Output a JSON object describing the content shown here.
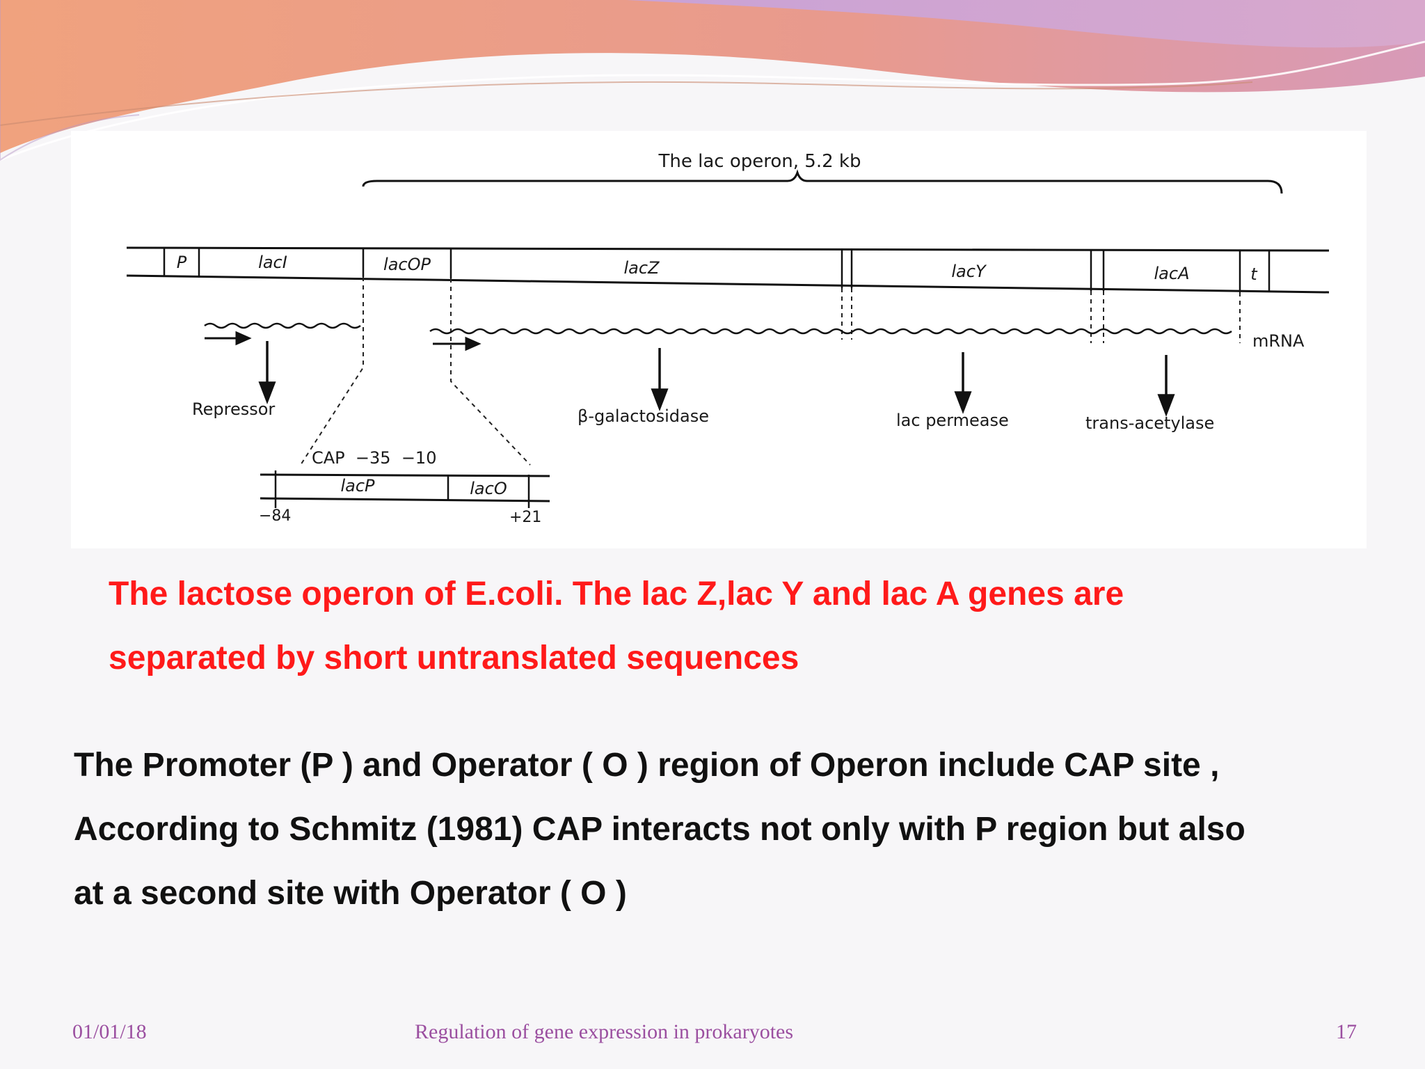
{
  "diagram": {
    "title": "The lac operon, 5.2 kb",
    "genes": [
      "P",
      "lacI",
      "lacOP",
      "lacZ",
      "lacY",
      "lacA",
      "t"
    ],
    "mrna_label": "mRNA",
    "products": [
      "Repressor",
      "β-galactosidase",
      "lac permease",
      "trans-acetylase"
    ],
    "inset": {
      "sites": "CAP  −35  −10",
      "boxes": [
        "lacP",
        "lacO"
      ],
      "left_coord": "−84",
      "right_coord": "+21"
    }
  },
  "caption": {
    "line1": "The lactose operon of E.coli. The lac Z,lac Y and lac A genes are",
    "line2": "separated by short  untranslated  sequences"
  },
  "body": {
    "line1": "The Promoter (P ) and Operator ( O ) region of Operon  include CAP site ,",
    "line2": "According to Schmitz (1981) CAP interacts not only with P region but also",
    "line3": "at a second site with Operator ( O )"
  },
  "footer": {
    "date": "01/01/18",
    "title": "Regulation of gene expression in prokaryotes",
    "page": "17"
  },
  "colors": {
    "caption": "#ff1a1a",
    "footer": "#9b4fa0",
    "wave_orange": "#f0a27e",
    "wave_purple": "#c8a0d8"
  }
}
